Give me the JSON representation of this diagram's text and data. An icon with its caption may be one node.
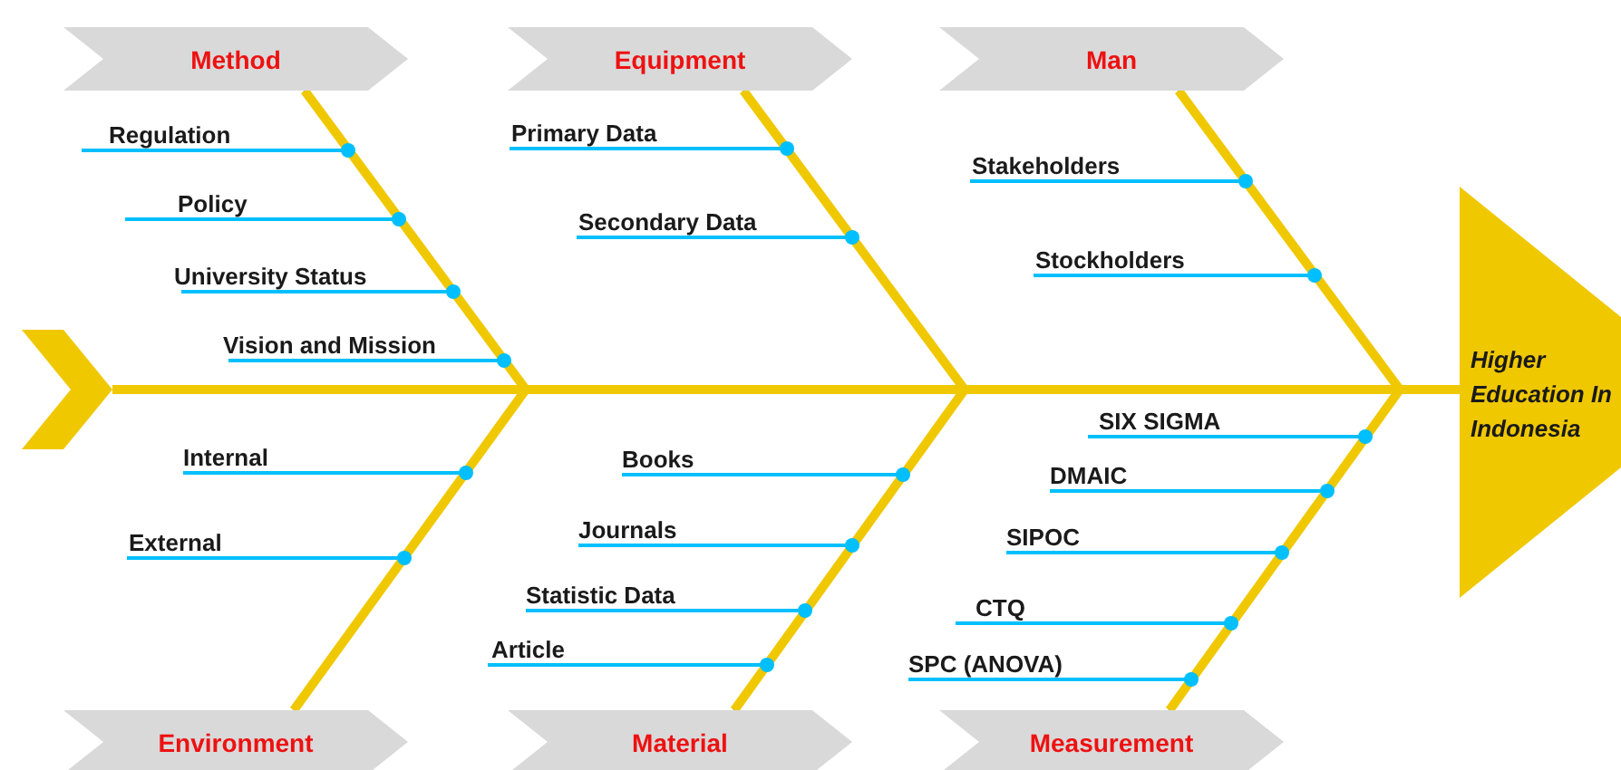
{
  "diagram": {
    "nodes": [
      {
        "text": [
          "Method"
        ]
      },
      {
        "text": [
          "Regulation"
        ]
      },
      {
        "text": [
          "Policy"
        ]
      },
      {
        "text": [
          "University Status"
        ]
      },
      {
        "text": [
          "Vision and Mission"
        ]
      },
      {
        "text": [
          "Equipment"
        ]
      },
      {
        "text": [
          "Primary Data"
        ]
      },
      {
        "text": [
          "Secondary Data"
        ]
      },
      {
        "text": [
          "Man"
        ]
      },
      {
        "text": [
          "Stakeholders"
        ]
      },
      {
        "text": [
          "Stockholders"
        ]
      },
      {
        "text": [],
        "shape": "chevron"
      },
      {
        "text": [
          "Higher Education In Indonesia"
        ]
      },
      {
        "text": [
          "Environment"
        ]
      },
      {
        "text": [
          "Internal"
        ]
      },
      {
        "text": [
          "External"
        ]
      },
      {
        "text": [
          "Material"
        ]
      },
      {
        "text": [
          "Books"
        ]
      },
      {
        "text": [
          "Journals"
        ]
      },
      {
        "text": [
          "Statistic Data"
        ]
      },
      {
        "text": [
          "Article"
        ]
      },
      {
        "text": [
          "Measurement"
        ]
      },
      {
        "text": [
          "SIX SIGMA"
        ]
      },
      {
        "text": [
          "DMAIC"
        ]
      },
      {
        "text": [
          "SIPOC"
        ]
      },
      {
        "text": [
          "CTQ"
        ]
      },
      {
        "text": [
          "SPC (ANOVA)"
        ]
      }
    ],
    "edges": [
      {
        "from": 1,
        "to": 0,
        "arrow": "none"
      },
      {
        "from": 2,
        "to": 0,
        "arrow": "none"
      },
      {
        "from": 3,
        "to": 0,
        "arrow": "none"
      },
      {
        "from": 4,
        "to": 0,
        "arrow": "none"
      },
      {
        "from": 6,
        "to": 5,
        "arrow": "none"
      },
      {
        "from": 7,
        "to": 5,
        "arrow": "none"
      },
      {
        "from": 9,
        "to": 8,
        "arrow": "none"
      },
      {
        "from": 10,
        "to": 8,
        "arrow": "none"
      },
      {
        "from": 14,
        "to": 13,
        "arrow": "none"
      },
      {
        "from": 15,
        "to": 13,
        "arrow": "none"
      },
      {
        "from": 17,
        "to": 16,
        "arrow": "none"
      },
      {
        "from": 18,
        "to": 16,
        "arrow": "none"
      },
      {
        "from": 19,
        "to": 16,
        "arrow": "none"
      },
      {
        "from": 20,
        "to": 16,
        "arrow": "none"
      },
      {
        "from": 22,
        "to": 21,
        "arrow": "none"
      },
      {
        "from": 23,
        "to": 21,
        "arrow": "none"
      },
      {
        "from": 24,
        "to": 21,
        "arrow": "none"
      },
      {
        "from": 25,
        "to": 21,
        "arrow": "none"
      },
      {
        "from": 26,
        "to": 21,
        "arrow": "none"
      },
      {
        "from": 11,
        "to": 12,
        "arrow": "none",
        "style": "thick",
        "color": "#f0c800"
      },
      {
        "from": 0,
        "to": 12,
        "arrow": "none",
        "style": "thick",
        "color": "#f0c800"
      },
      {
        "from": 5,
        "to": 12,
        "arrow": "none",
        "style": "thick",
        "color": "#f0c800"
      },
      {
        "from": 8,
        "to": 12,
        "arrow": "none",
        "style": "thick",
        "color": "#f0c800"
      },
      {
        "from": 13,
        "to": 12,
        "arrow": "none",
        "style": "thick",
        "color": "#f0c800"
      },
      {
        "from": 16,
        "to": 12,
        "arrow": "none",
        "style": "thick",
        "color": "#f0c800"
      },
      {
        "from": 21,
        "to": 12,
        "arrow": "none",
        "style": "thick",
        "color": "#f0c800"
      }
    ]
  }
}
